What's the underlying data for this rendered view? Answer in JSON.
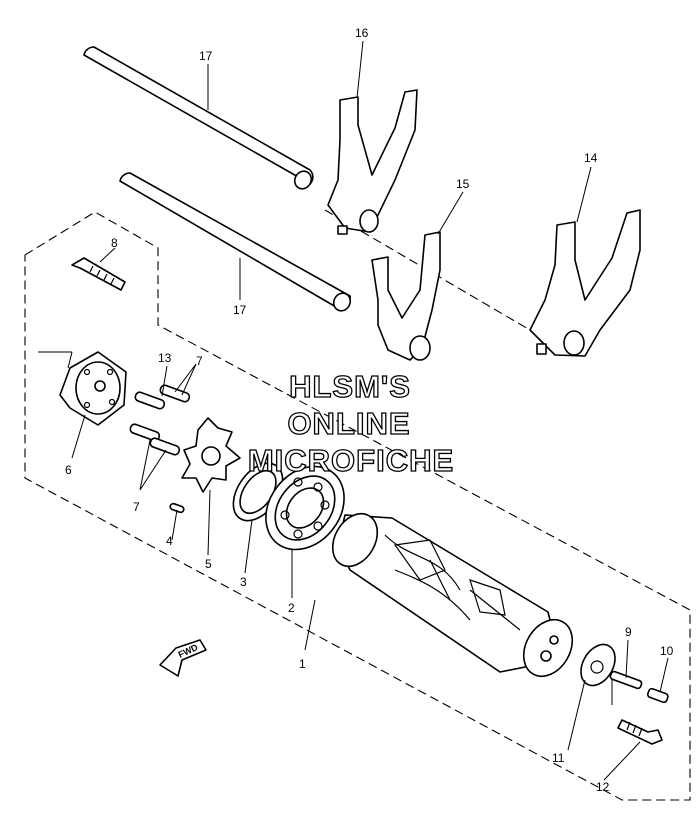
{
  "diagram": {
    "callouts": {
      "c1": "1",
      "c2": "2",
      "c3": "3",
      "c4": "4",
      "c5": "5",
      "c6": "6",
      "c7a": "7",
      "c7b": "7",
      "c8": "8",
      "c9": "9",
      "c10": "10",
      "c11": "11",
      "c12": "12",
      "c13": "13",
      "c14": "14",
      "c15": "15",
      "c16": "16",
      "c17a": "17",
      "c17b": "17"
    },
    "watermark": {
      "line1": "HLSM'S",
      "line2": "ONLINE",
      "line3": "MICROFICHE"
    },
    "direction_label": "FWD"
  }
}
